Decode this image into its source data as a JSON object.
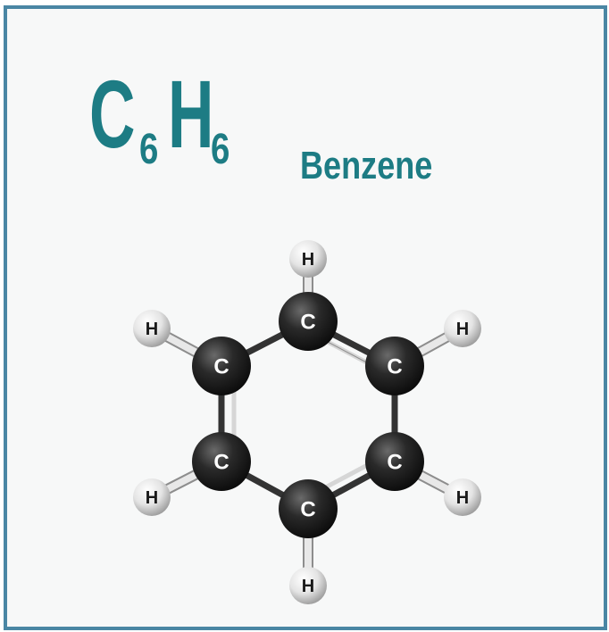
{
  "formula": {
    "element1": "C",
    "count1": "6",
    "element2": "H",
    "count2": "6"
  },
  "compound_name": "Benzene",
  "atom_labels": {
    "carbon": "C",
    "hydrogen": "H"
  },
  "colors": {
    "frame": "#4a86a4",
    "text": "#1d7c84",
    "carbon": "#1f1f1f",
    "hydrogen": "#e6e6e6"
  }
}
